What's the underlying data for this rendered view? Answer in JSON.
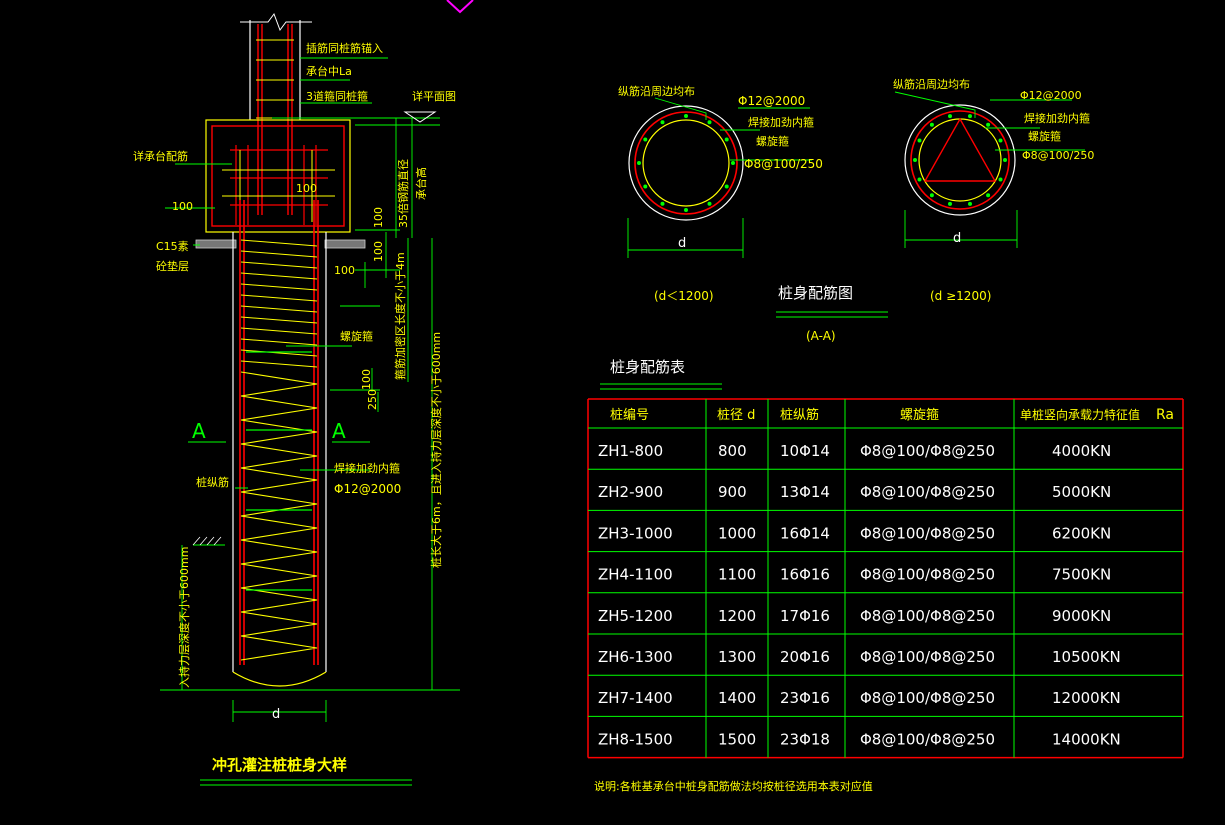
{
  "elevation": {
    "labels": {
      "col_anchor_1": "插筋同桩筋锚入",
      "col_anchor_2": "承台中La",
      "three_stirrups": "3道箍同桩箍",
      "cap_bottom": "详平面图",
      "cap_rebar": "详承台配筋",
      "cap_depth": "承台高",
      "anchor_35": "35倍钢筋直径",
      "c15": "C15素",
      "cushion": "砼垫层",
      "dense_zone": "箍筋加密区长度不小于4m",
      "spiral": "螺旋箍",
      "weld_ring": "焊接加劲内箍",
      "weld_ring_spec": "Φ12@2000",
      "long_bar": "桩纵筋",
      "pile_len": "桩长大于6m，且进入持力层深度不小于600mm",
      "bearing": "入持力层深度不小于600mm",
      "sec_left": "A",
      "sec_right": "A",
      "dim_d": "d",
      "dim_100a": "100",
      "dim_100b": "100",
      "dim_100c": "100",
      "dim_100d": "100",
      "dim_100e": "100",
      "dim_100f": "100",
      "dim_250": "250"
    },
    "title": "冲孔灌注桩桩身大样"
  },
  "sections": {
    "left": {
      "bars_even": "纵筋沿周边均布",
      "ring": "Φ12@2000",
      "ring_note": "焊接加劲内箍",
      "spiral": "螺旋箍",
      "spiral_spec": "Φ8@100/250",
      "dim": "d",
      "caption": "(d＜1200)"
    },
    "right": {
      "bars_even": "纵筋沿周边均布",
      "ring": "Φ12@2000",
      "ring_note": "焊接加劲内箍",
      "spiral": "螺旋箍",
      "spiral_spec": "Φ8@100/250",
      "dim": "d",
      "caption": "(d ≥1200)"
    },
    "title": "桩身配筋图",
    "subtitle": "(A-A)"
  },
  "table": {
    "title": "桩身配筋表",
    "headers": [
      "桩编号",
      "桩径 d",
      "桩纵筋",
      "螺旋箍",
      "单桩竖向承载力特征值",
      "Ra"
    ],
    "rows": [
      [
        "ZH1-800",
        "800",
        "10Φ14",
        "Φ8@100/Φ8@250",
        "4000KN"
      ],
      [
        "ZH2-900",
        "900",
        "13Φ14",
        "Φ8@100/Φ8@250",
        "5000KN"
      ],
      [
        "ZH3-1000",
        "1000",
        "16Φ14",
        "Φ8@100/Φ8@250",
        "6200KN"
      ],
      [
        "ZH4-1100",
        "1100",
        "16Φ16",
        "Φ8@100/Φ8@250",
        "7500KN"
      ],
      [
        "ZH5-1200",
        "1200",
        "17Φ16",
        "Φ8@100/Φ8@250",
        "9000KN"
      ],
      [
        "ZH6-1300",
        "1300",
        "20Φ16",
        "Φ8@100/Φ8@250",
        "10500KN"
      ],
      [
        "ZH7-1400",
        "1400",
        "23Φ16",
        "Φ8@100/Φ8@250",
        "12000KN"
      ],
      [
        "ZH8-1500",
        "1500",
        "23Φ18",
        "Φ8@100/Φ8@250",
        "14000KN"
      ]
    ],
    "note": "说明:各桩基承台中桩身配筋做法均按桩径选用本表对应值"
  },
  "colors": {
    "background": "#000000",
    "text_yellow": "#ffff00",
    "line_green": "#00ff00",
    "rebar_red": "#ff0000",
    "outline_white": "#ffffff"
  }
}
